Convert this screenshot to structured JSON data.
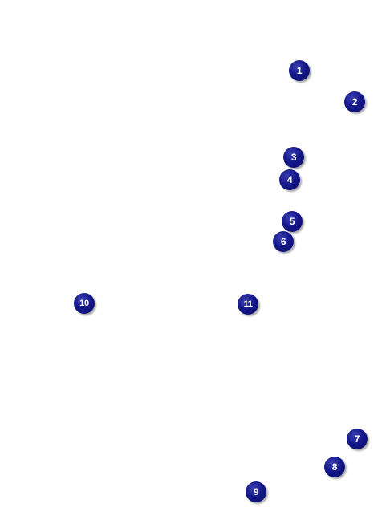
{
  "markers": [
    {
      "label": "1"
    },
    {
      "label": "2"
    },
    {
      "label": "3"
    },
    {
      "label": "4"
    },
    {
      "label": "5"
    },
    {
      "label": "6"
    },
    {
      "label": "7"
    },
    {
      "label": "8"
    },
    {
      "label": "9"
    },
    {
      "label": "10"
    },
    {
      "label": "11"
    }
  ],
  "colors": {
    "marker_fill": "#13178a",
    "marker_text": "#ffffff",
    "background": "#ffffff"
  }
}
